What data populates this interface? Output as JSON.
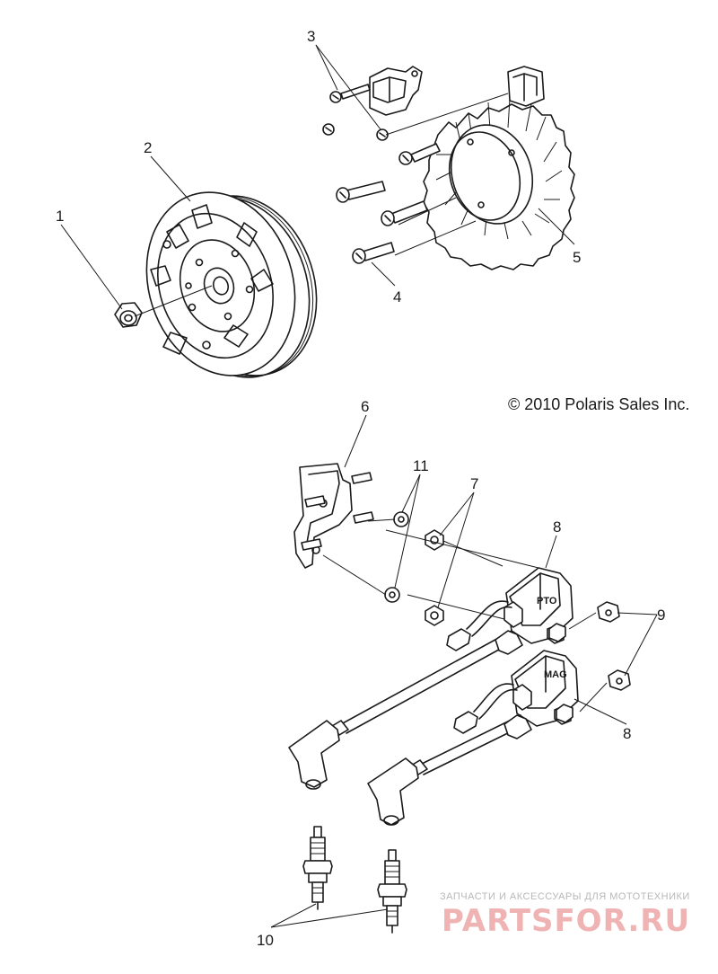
{
  "callouts": {
    "c1": "1",
    "c2": "2",
    "c3": "3",
    "c4": "4",
    "c5": "5",
    "c6": "6",
    "c7": "7",
    "c8a": "8",
    "c8b": "8",
    "c9": "9",
    "c10": "10",
    "c11": "11"
  },
  "coil_labels": {
    "pto": "PTO",
    "mag": "MAG"
  },
  "copyright": "© 2010 Polaris Sales Inc.",
  "watermark": {
    "subtitle": "ЗАПЧАСТИ И АКСЕССУАРЫ ДЛЯ МОТОТЕХНИКИ",
    "logo": "PARTSFOR.RU"
  }
}
